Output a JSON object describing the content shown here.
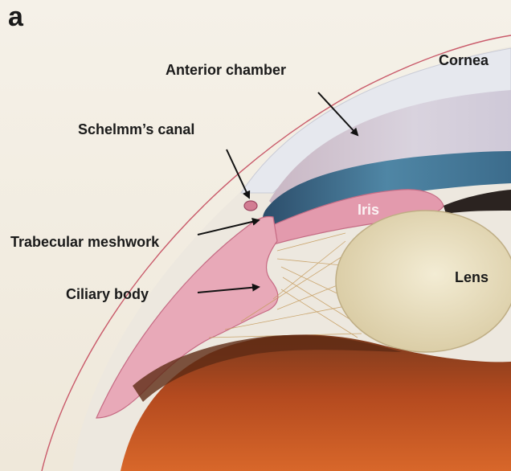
{
  "figure": {
    "panel_letter": "a",
    "labels": {
      "anterior_chamber": "Anterior chamber",
      "cornea": "Cornea",
      "schelmms_canal": "Schelmm’s canal",
      "iris": "Iris",
      "trabecular_meshwork": "Trabecular meshwork",
      "ciliary_body": "Ciliary body",
      "lens": "Lens"
    }
  },
  "colors": {
    "background_paper": "#f3eee4",
    "cornea_tint": "#e9ebf0",
    "iris_blue": "#3f6f8e",
    "tissue_pink": "#e9a4b4",
    "lens_cream": "#ece2c4",
    "vitreous_red": "#b8461f",
    "label_text": "#1a1a1a"
  }
}
